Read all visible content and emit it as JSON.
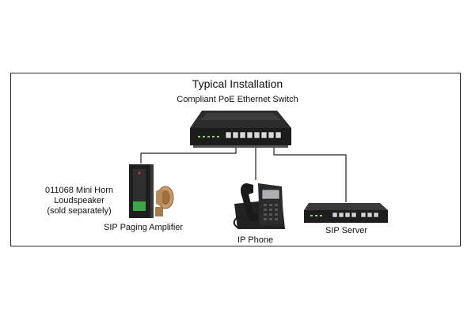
{
  "diagram": {
    "title": "Typical Installation",
    "switch_label": "Compliant PoE Ethernet Switch",
    "speaker_label_line1": "011068 Mini Horn",
    "speaker_label_line2": "Loudspeaker",
    "speaker_label_line3": "(sold separately)",
    "amplifier_label": "SIP Paging Amplifier",
    "phone_label": "IP Phone",
    "server_label": "SIP Server"
  },
  "colors": {
    "frame": "#2a2a2a",
    "device_dark": "#1e1e1e",
    "device_mid": "#3a3a3a",
    "port_light": "#d8d8d8",
    "speaker_bronze": "#b8895a",
    "cable": "#222222"
  }
}
